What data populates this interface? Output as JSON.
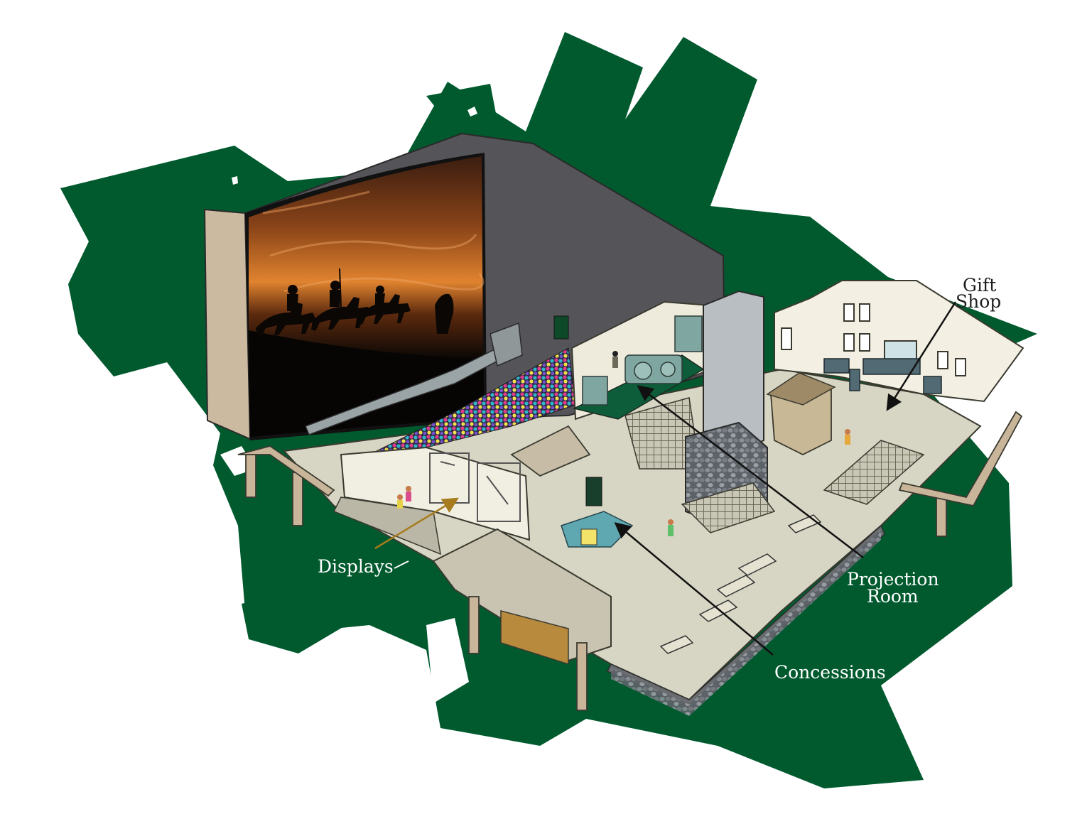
{
  "diagram": {
    "labels": {
      "gift_shop_line1": "Gift",
      "gift_shop_line2": "Shop",
      "projection_room_line1": "Projection",
      "projection_room_line2": "Room",
      "displays": "Displays",
      "concessions": "Concessions"
    },
    "colors": {
      "brush_green": "#005a2e",
      "wall_dark": "#555459",
      "floor": "#d7d5c3",
      "wall_light": "#eeebdc",
      "screen_sky": "#b5631f",
      "arrow_black": "#111111",
      "arrow_gold": "#a67c1e",
      "text_white": "#ffffff",
      "text_dark": "#1e1e1e"
    }
  }
}
